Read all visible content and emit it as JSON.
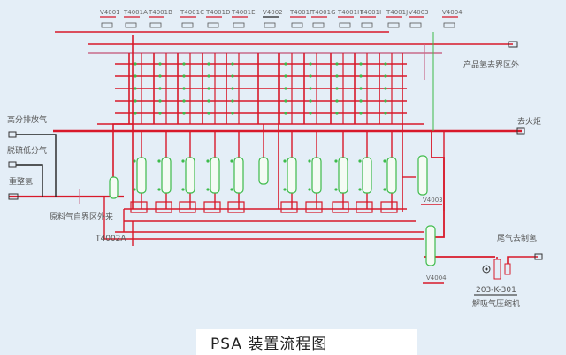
{
  "title": "PSA 装置流程图",
  "equipment_tags": [
    "V4001",
    "T4001A",
    "T4001B",
    "T4001C",
    "T4001D",
    "T4001E",
    "V4002",
    "T4001F",
    "T4001G",
    "T4001H",
    "T4001I",
    "T4001J",
    "V4003",
    "V4004"
  ],
  "inlets": {
    "high_pressure_vent": "高分排放气",
    "desulfurized_low_gas": "脱硫低分气",
    "reformed_hydrogen": "重整氢",
    "feed_gas": "原料气自界区外来",
    "feed_vessel_tag": "T4002A"
  },
  "outlets": {
    "product_hydrogen": "产品氢去界区外",
    "to_flare": "去火炬",
    "tail_gas": "尾气去制氢"
  },
  "compressor": {
    "tag": "203-K-301",
    "name": "解吸气压缩机"
  },
  "vessels_right": {
    "upper": "V4003",
    "lower": "V4004"
  },
  "colors": {
    "background": "#e4eef7",
    "process_line": "#d8192a",
    "secondary_line": "#c86a8a",
    "vessel": "#3dbb4a",
    "utility_line": "#222222"
  }
}
